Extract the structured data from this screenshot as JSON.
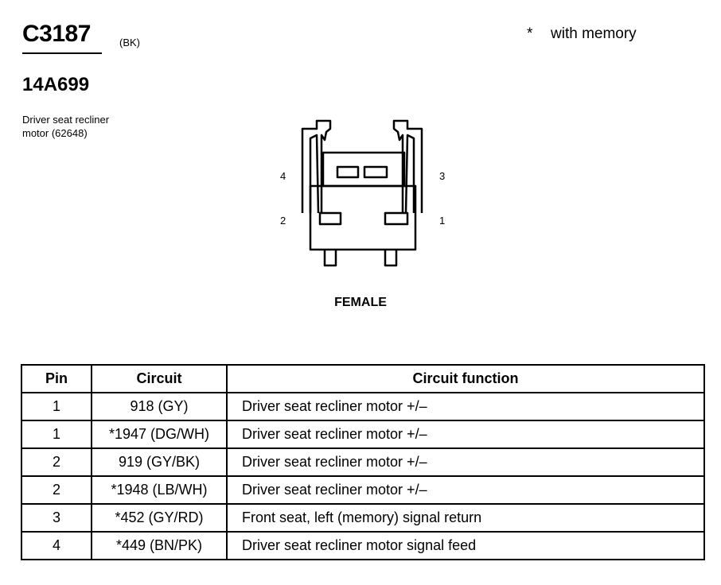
{
  "header": {
    "connector_id": "C3187",
    "connector_color": "(BK)",
    "part_number": "14A699",
    "legend_symbol": "*",
    "legend_text": "with memory"
  },
  "component": {
    "line1": "Driver seat recliner",
    "line2": "motor (62648)"
  },
  "connector": {
    "gender": "FEMALE",
    "pin_labels": {
      "p1": "1",
      "p2": "2",
      "p3": "3",
      "p4": "4"
    }
  },
  "table": {
    "headers": {
      "pin": "Pin",
      "circuit": "Circuit",
      "function": "Circuit function"
    },
    "rows": [
      {
        "pin": "1",
        "circuit": "918 (GY)",
        "function": "Driver seat recliner motor  +/–"
      },
      {
        "pin": "1",
        "circuit": "*1947 (DG/WH)",
        "function": "Driver seat recliner motor  +/–"
      },
      {
        "pin": "2",
        "circuit": "919 (GY/BK)",
        "function": "Driver seat recliner motor  +/–"
      },
      {
        "pin": "2",
        "circuit": "*1948 (LB/WH)",
        "function": "Driver seat recliner motor  +/–"
      },
      {
        "pin": "3",
        "circuit": "*452 (GY/RD)",
        "function": "Front seat, left (memory) signal return"
      },
      {
        "pin": "4",
        "circuit": "*449 (BN/PK)",
        "function": "Driver seat recliner motor  signal feed"
      }
    ]
  }
}
